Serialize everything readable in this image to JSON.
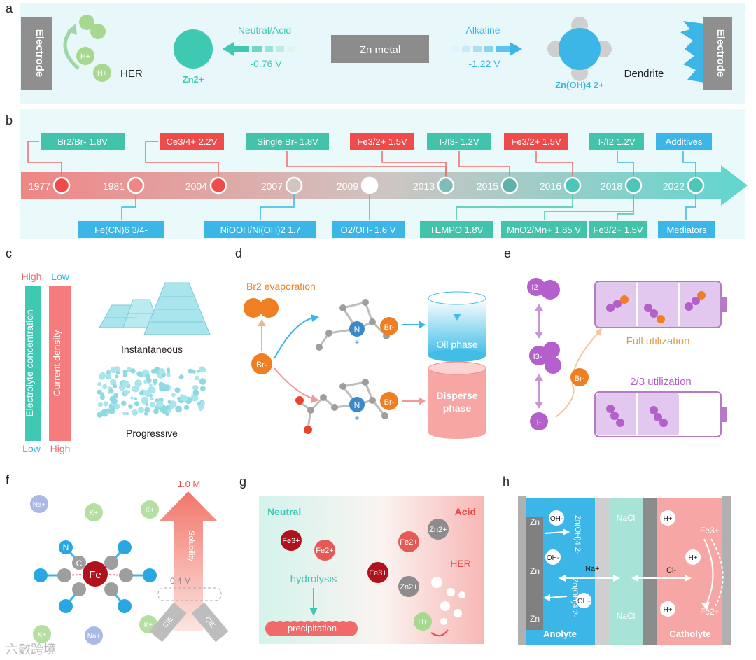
{
  "panels": {
    "a": {
      "label": "a",
      "electrode_left": "Electrode",
      "electrode_right": "Electrode",
      "h_plus_1": "H+",
      "h_plus_2": "H+",
      "her": "HER",
      "zn2": "Zn2+",
      "neutral_acid": "Neutral/Acid",
      "v_neutral": "-0.76 V",
      "zn_metal": "Zn metal",
      "alkaline": "Alkaline",
      "v_alkaline": "-1.22 V",
      "zincate": "Zn(OH)4 2+",
      "dendrite": "Dendrite"
    },
    "b": {
      "label": "b",
      "years": [
        "1977",
        "1981",
        "2004",
        "2007",
        "2009",
        "2013",
        "2015",
        "2016",
        "2018",
        "2022"
      ],
      "top_boxes": [
        "Br2/Br- 1.8V",
        "Ce3/4+ 2.2V",
        "Single Br- 1.8V",
        "Fe3/2+ 1.5V",
        "I-/I3- 1.2V",
        "Fe3/2+ 1.5V",
        "I-/I2 1.2V",
        "Additives"
      ],
      "bottom_boxes": [
        "Fe(CN)6 3/4-",
        "NiOOH/Ni(OH)2 1.7",
        "O2/OH- 1.6 V",
        "TEMPO 1.8V",
        "MnO2/Mn+ 1.85 V",
        "Fe3/2+ 1.5V",
        "Mediators"
      ]
    },
    "c": {
      "label": "c",
      "high_left": "High",
      "low_right": "Low",
      "electrolyte_conc": "Electrolyte concentration",
      "current_density": "Current density",
      "low_left": "Low",
      "high_right": "High",
      "instantaneous": "Instantaneous",
      "progressive": "Progressive"
    },
    "d": {
      "label": "d",
      "br2_evap": "Br2 evaporation",
      "br_source": "Br-",
      "br_top": "Br-",
      "br_bottom": "Br-",
      "n_top": "N",
      "n_bottom": "N",
      "plus_top": "+",
      "plus_bottom": "+",
      "oil_phase": "Oil phase",
      "disperse1": "Disperse",
      "disperse2": "phase"
    },
    "e": {
      "label": "e",
      "i2": "I2",
      "i3": "I3-",
      "i_minus": "I-",
      "br_minus": "Br-",
      "full_util": "Full utilization",
      "two_third_util": "2/3 utilization"
    },
    "f": {
      "label": "f",
      "na1": "Na+",
      "na2": "Na+",
      "k1": "K+",
      "k2": "K+",
      "k3": "K+",
      "k4": "K+",
      "n": "N",
      "c": "C",
      "fe": "Fe",
      "top_conc": "1.0 M",
      "solubility": "Solubility",
      "mid_conc": "0.4 M",
      "cie1": "CIE",
      "cie2": "CIE"
    },
    "g": {
      "label": "g",
      "neutral": "Neutral",
      "acid": "Acid",
      "fe3a": "Fe3+",
      "fe2a": "Fe2+",
      "fe2b": "Fe2+",
      "zn2a": "Zn2+",
      "fe3b": "Fe3+",
      "zn2b": "Zn2+",
      "her": "HER",
      "hydrolysis": "hydrolysis",
      "precipitation": "precipitation",
      "h_plus": "H+"
    },
    "h": {
      "label": "h",
      "zn1": "Zn",
      "zn2": "Zn",
      "zn3": "Zn",
      "oh1": "OH-",
      "oh2": "OH-",
      "oh3": "OH-",
      "zincate1": "Zn(OH)4 2-",
      "zincate2": "Zn(OH)4 2-",
      "na_plus": "Na+",
      "nacl1": "NaCl",
      "nacl2": "NaCl",
      "cl_minus": "Cl-",
      "h1": "H+",
      "h2": "H+",
      "h3": "H+",
      "fe3": "Fe3+",
      "fe2": "Fe2+",
      "anolyte": "Anolyte",
      "catholyte": "Catholyte"
    }
  },
  "watermark": "六數跨境",
  "colors": {
    "teal": "#3fc9b3",
    "red": "#ef4b4b",
    "blue": "#3bb6e6",
    "orange": "#ee7f22",
    "purple": "#b55fcc",
    "grey": "#8c8c8c"
  }
}
